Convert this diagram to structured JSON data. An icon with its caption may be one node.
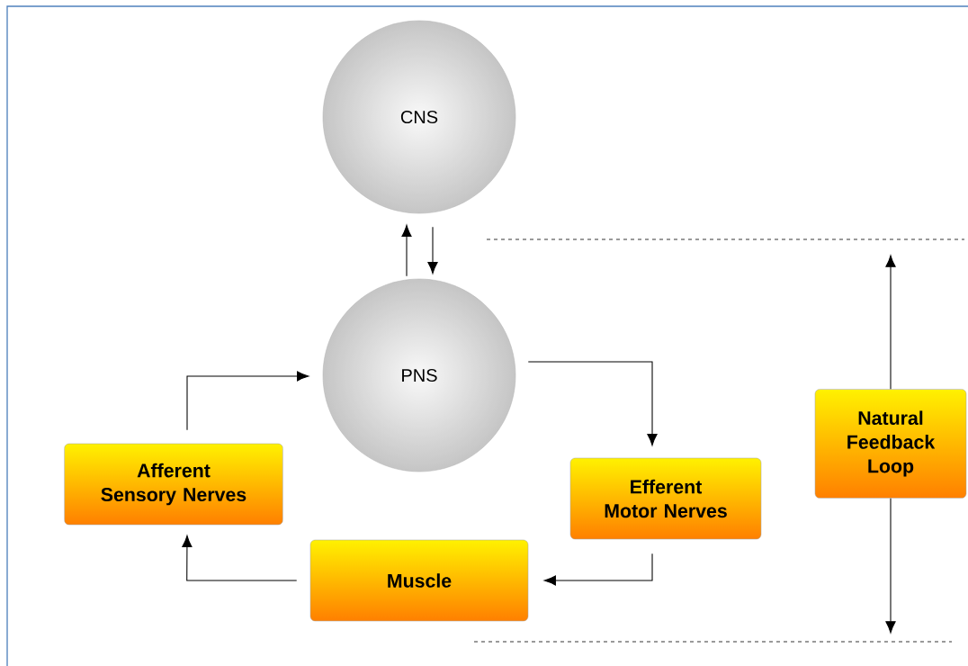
{
  "diagram": {
    "nodes": [
      {
        "text": [
          "CNS"
        ]
      },
      {
        "text": [
          "PNS"
        ]
      },
      {
        "text": [
          "Afferent Sensory Nerves"
        ]
      },
      {
        "text": [
          "Efferent Motor Nerves"
        ]
      },
      {
        "text": [
          "Muscle"
        ]
      },
      {
        "text": [
          "Natural Feedback Loop"
        ]
      }
    ],
    "edges": [
      {
        "from": 1,
        "to": 0,
        "arrow": "to"
      },
      {
        "from": 0,
        "to": 1,
        "arrow": "to"
      },
      {
        "from": 2,
        "to": 1,
        "arrow": "to"
      },
      {
        "from": 1,
        "to": 3,
        "arrow": "to"
      },
      {
        "from": 3,
        "to": 4,
        "arrow": "to"
      },
      {
        "from": 4,
        "to": 2,
        "arrow": "to"
      },
      {
        "from": 5,
        "to": null,
        "arrow": "to"
      },
      {
        "from": 5,
        "to": null,
        "arrow": "to"
      }
    ]
  }
}
